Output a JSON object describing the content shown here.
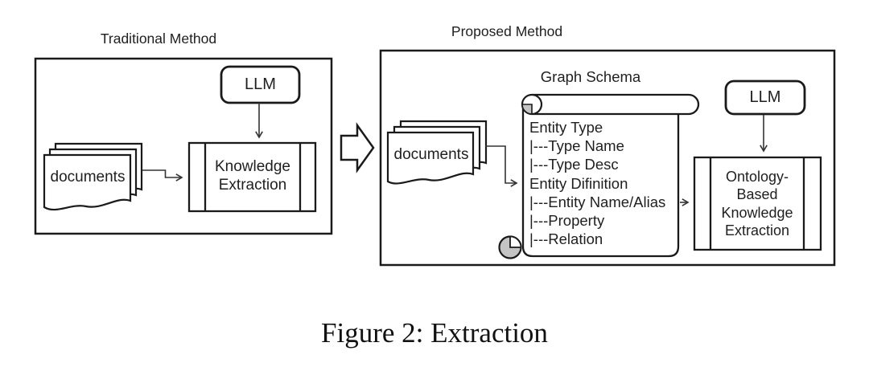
{
  "figure": {
    "caption": "Figure 2: Extraction"
  },
  "traditional": {
    "title": "Traditional Method",
    "documents_label": "documents",
    "llm_label": "LLM",
    "extraction_lines": [
      "Knowledge",
      "Extraction"
    ]
  },
  "proposed": {
    "title": "Proposed Method",
    "documents_label": "documents",
    "llm_label": "LLM",
    "schema": {
      "title": "Graph Schema",
      "lines": [
        "Entity Type",
        "|---Type Name",
        "|---Type Desc",
        "Entity Difinition",
        "|---Entity Name/Alias",
        "|---Property",
        "|---Relation"
      ]
    },
    "extraction_lines": [
      "Ontology-",
      "Based",
      "Knowledge",
      "Extraction"
    ]
  },
  "colors": {
    "stroke": "#1a1a1a",
    "arrow": "#333333",
    "roll_shadow": "#c4c4c4",
    "background": "#ffffff"
  }
}
